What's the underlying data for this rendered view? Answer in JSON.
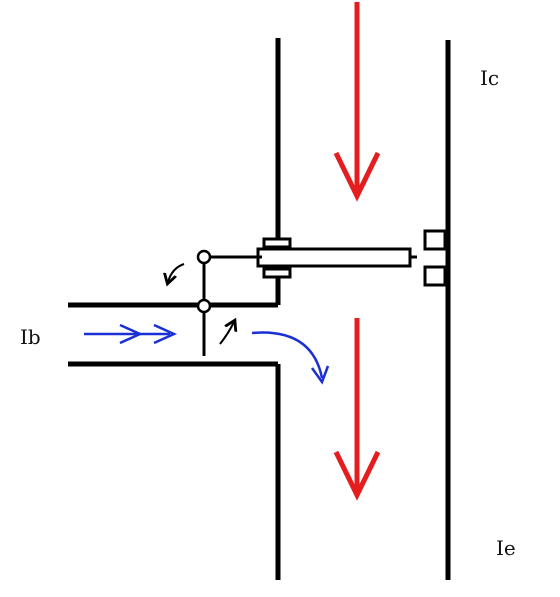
{
  "labels": {
    "collector_current": "Ic",
    "base_current": "Ib",
    "emitter_current": "Ie"
  },
  "colors": {
    "main_current": "#e41e1e",
    "base_current": "#1a2fd6",
    "pipe": "#000000",
    "background": "#ffffff"
  }
}
